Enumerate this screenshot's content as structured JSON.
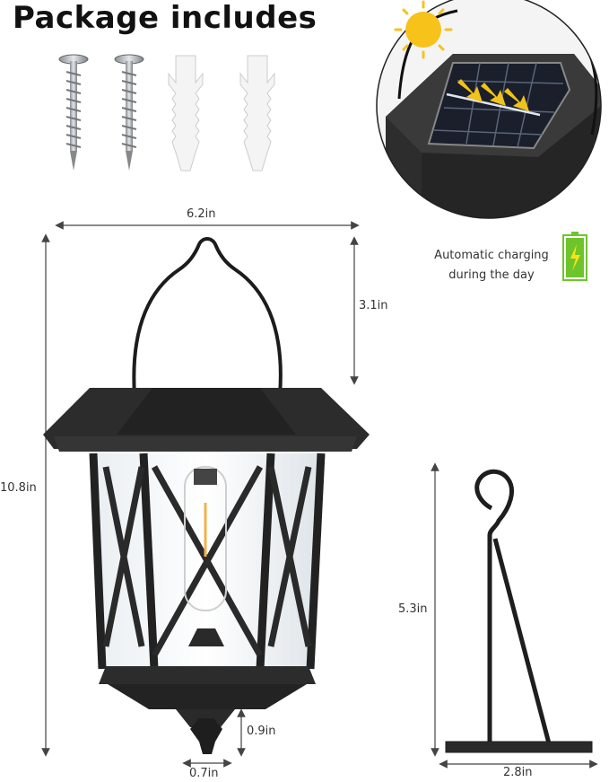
{
  "title": "Package includes",
  "caption": {
    "line1": "Automatic charging",
    "line2": "during the day"
  },
  "dimensions": {
    "width": "6.2in",
    "handle_height": "3.1in",
    "total_height": "10.8in",
    "finial_height": "0.9in",
    "finial_width": "0.7in",
    "hook_height": "5.3in",
    "hook_width": "2.8in"
  },
  "colors": {
    "lantern": "#2b2b2b",
    "sun": "#f7c21a",
    "battery": "#6ec52b",
    "arrow": "#444444"
  }
}
